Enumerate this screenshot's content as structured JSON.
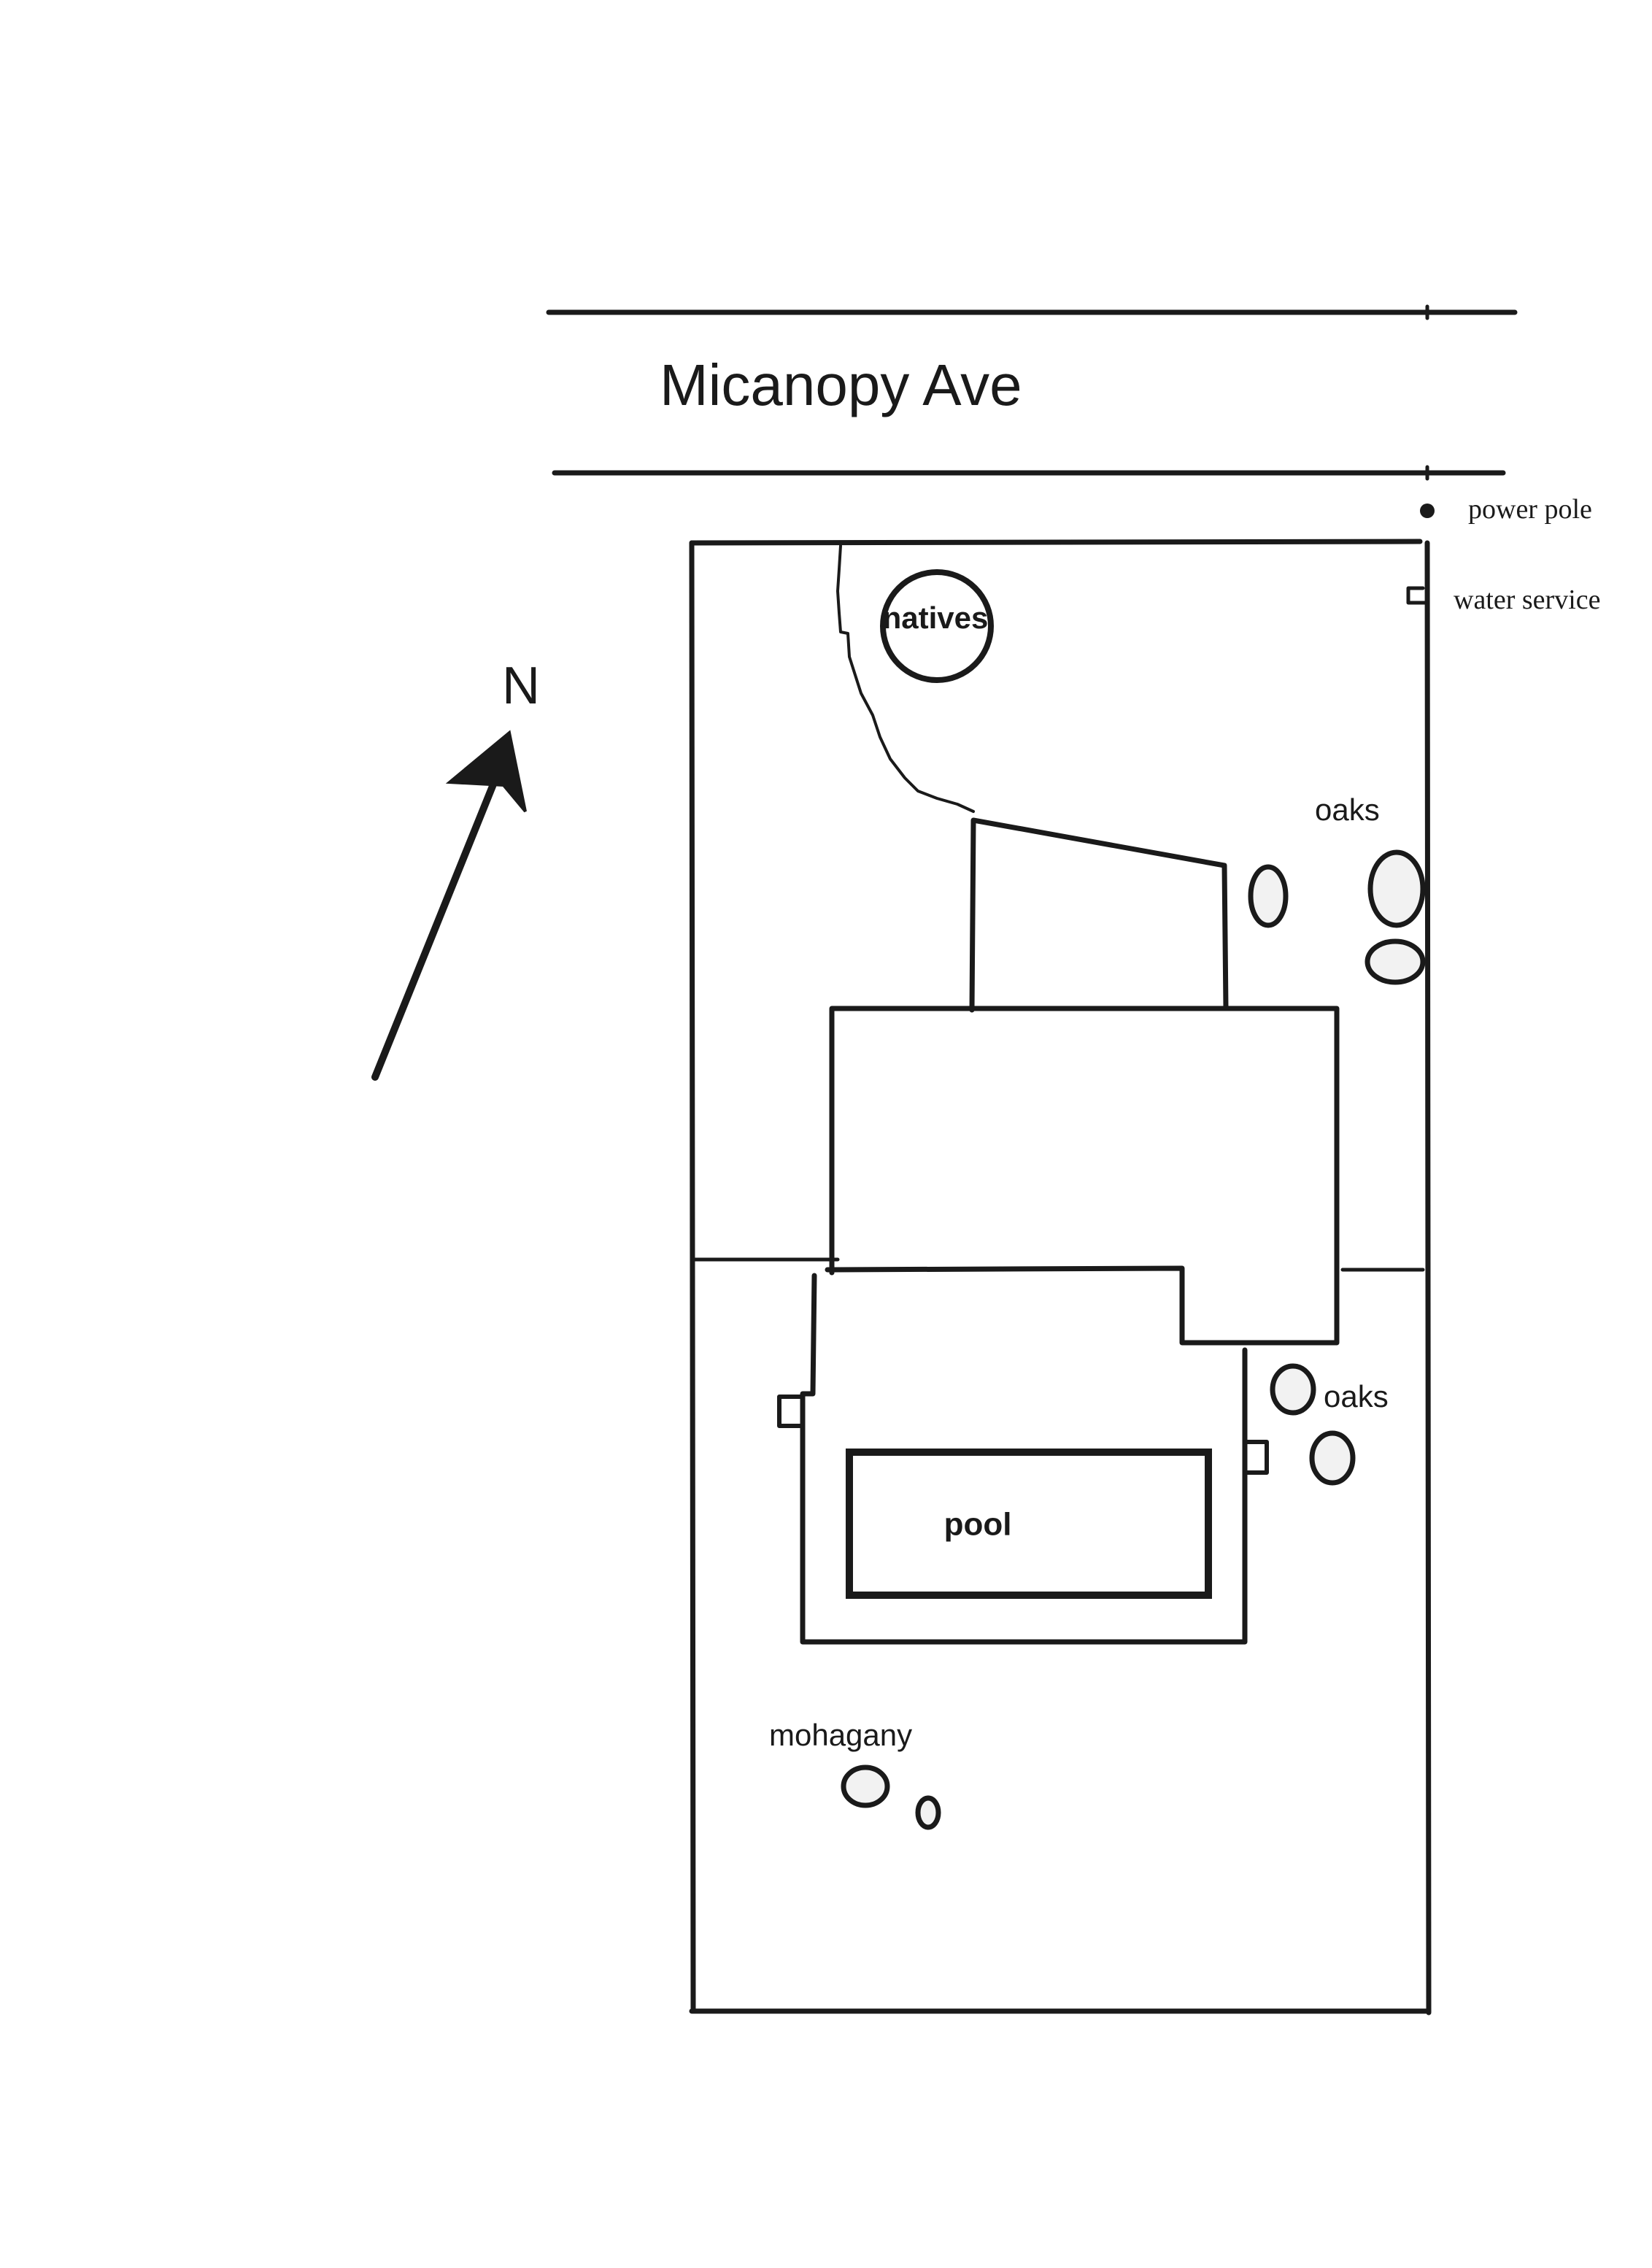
{
  "street": {
    "name": "Micanopy Ave"
  },
  "compass": {
    "label": "N"
  },
  "features": {
    "natives": "natives",
    "pool": "pool",
    "power_pole": "power pole",
    "water_service": "water service",
    "oaks_north": "oaks",
    "oaks_east": "oaks",
    "mohagany": "mohagany"
  }
}
